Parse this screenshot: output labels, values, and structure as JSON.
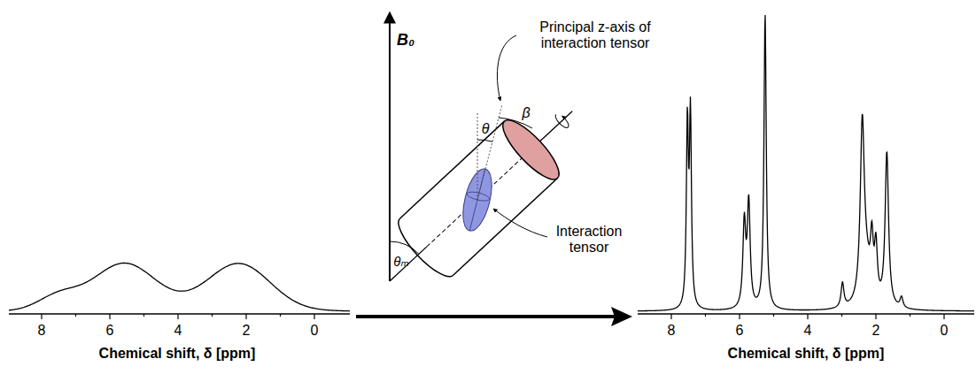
{
  "diagram": {
    "labels": [
      "B₀",
      "Principal z-axis of interaction tensor",
      "θ",
      "β",
      "θₘ",
      "Interaction tensor",
      "8",
      "6",
      "4",
      "2",
      "0",
      "Chemical shift, δ [ppm]",
      "8",
      "6",
      "4",
      "2",
      "0",
      "Chemical shift, δ [ppm]"
    ]
  }
}
